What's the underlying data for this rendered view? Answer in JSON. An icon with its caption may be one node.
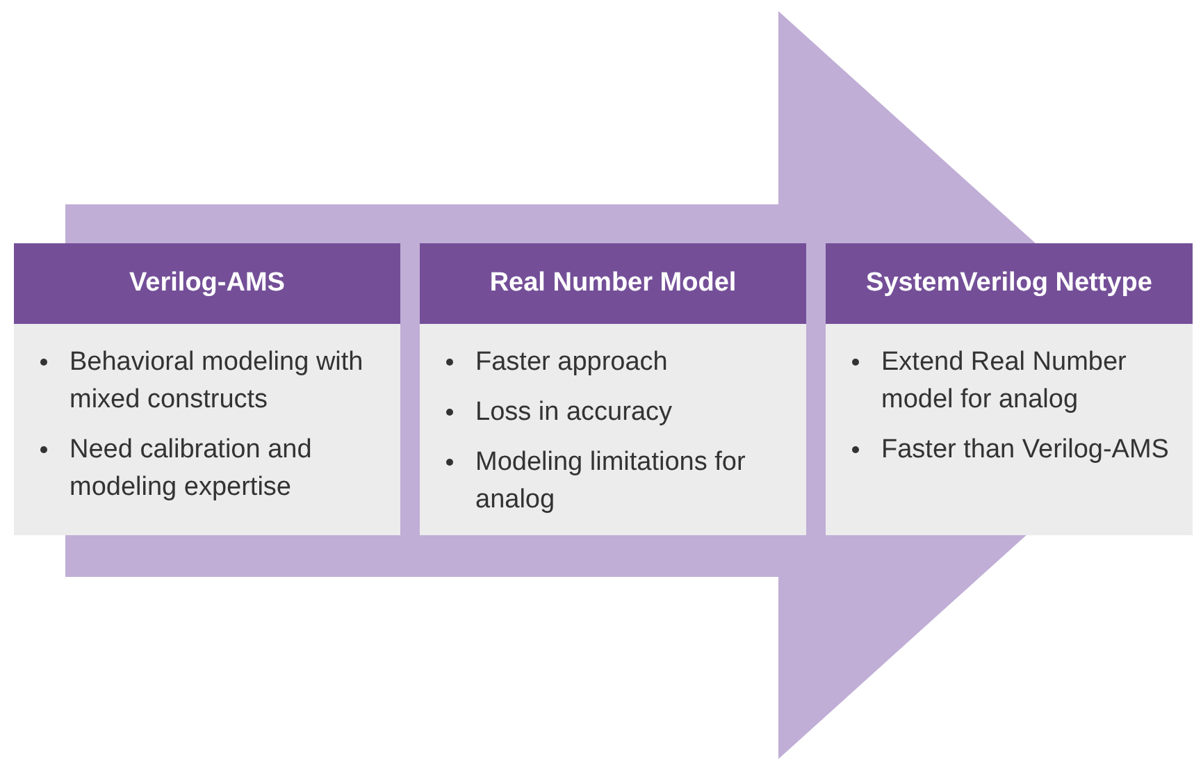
{
  "diagram": {
    "nodes": [
      {
        "text": [
          "Verilog-AMS",
          "Behavioral modeling with mixed constructs",
          "Need calibration and modeling expertise"
        ]
      },
      {
        "text": [
          "Real Number Model",
          "Faster approach",
          "Loss in accuracy",
          "Modeling limitations for analog"
        ]
      },
      {
        "text": [
          "SystemVerilog Nettype",
          "Extend Real Number model for analog",
          "Faster than Verilog-AMS"
        ]
      }
    ],
    "edges": [
      {
        "from": 0,
        "to": 2,
        "arrow": "to"
      }
    ]
  }
}
